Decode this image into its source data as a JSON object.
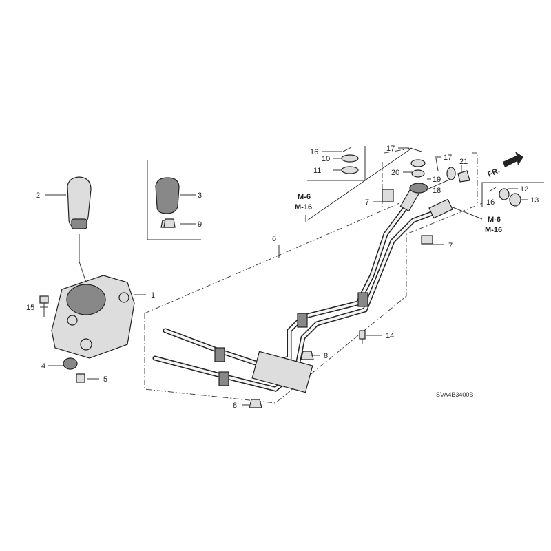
{
  "diagram": {
    "code": "SVA4B3400B",
    "direction_label": "FR.",
    "refs": [
      "M-6",
      "M-16"
    ],
    "labels": {
      "p1": "1",
      "p2": "2",
      "p3": "3",
      "p4": "4",
      "p5": "5",
      "p6": "6",
      "p7a": "7",
      "p7b": "7",
      "p8a": "8",
      "p8b": "8",
      "p9": "9",
      "p10": "10",
      "p11": "11",
      "p12": "12",
      "p13": "13",
      "p14": "14",
      "p15": "15",
      "p16a": "16",
      "p16b": "16",
      "p17a": "17",
      "p17b": "17",
      "p18": "18",
      "p19": "19",
      "p20": "20",
      "p21": "21"
    }
  }
}
